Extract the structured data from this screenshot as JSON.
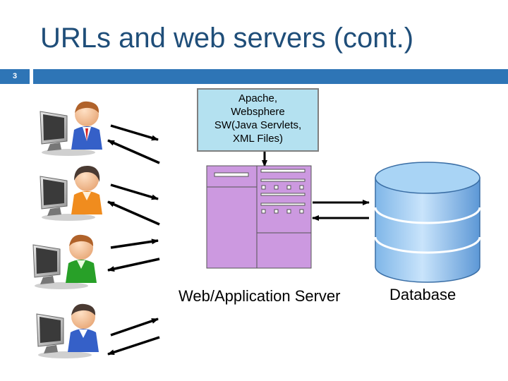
{
  "slide": {
    "title": "URLs and web servers (cont.)",
    "number": "3"
  },
  "callout": {
    "lines": [
      "Apache,",
      "Websphere",
      "SW(Java Servlets,",
      "XML Files)"
    ]
  },
  "labels": {
    "server": "Web/Application Server",
    "database": "Database"
  },
  "colors": {
    "title": "#1f4e79",
    "header_bar": "#2e75b6",
    "callout_fill": "#b4e1f0",
    "server_fill": "#cc99e0",
    "database_fill": "#a9d4f5",
    "shirt_colors": [
      "#3560c8",
      "#f08c1e",
      "#28a028",
      "#3560c8"
    ]
  },
  "clients": [
    {
      "icon": "user-at-computer-icon",
      "shirt": "blue"
    },
    {
      "icon": "user-at-computer-icon",
      "shirt": "orange"
    },
    {
      "icon": "user-at-computer-icon",
      "shirt": "green"
    },
    {
      "icon": "user-at-computer-icon",
      "shirt": "blue"
    }
  ]
}
